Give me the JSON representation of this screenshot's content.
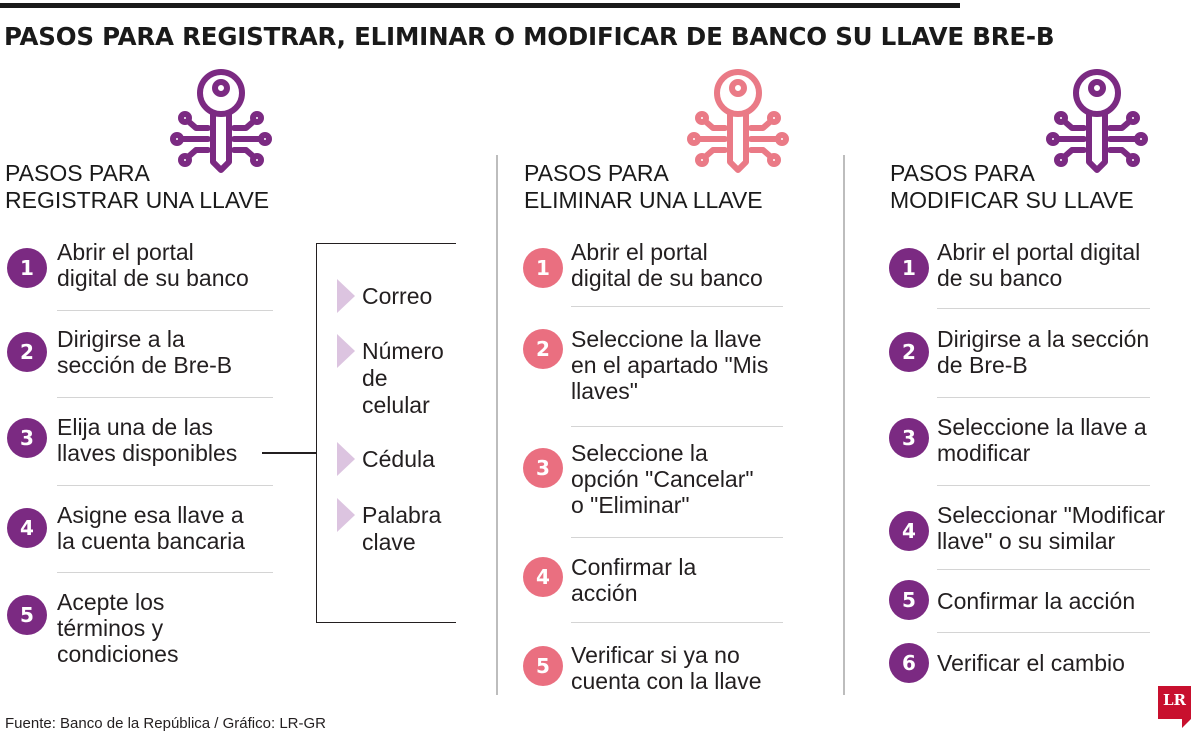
{
  "title": "PASOS PARA REGISTRAR, ELIMINAR O MODIFICAR DE BANCO SU LLAVE BRE-B",
  "icons": {
    "register": {
      "name": "key-circuit-icon",
      "color": "#7b2a82"
    },
    "delete": {
      "name": "key-circuit-icon",
      "color": "#ea7a86"
    },
    "modify": {
      "name": "key-circuit-icon",
      "color": "#7b2a82"
    }
  },
  "colors": {
    "purple": "#7b2a82",
    "pink": "#ea6f80",
    "triangle": "#dcc4e0",
    "logo_red": "#c8102e"
  },
  "register": {
    "heading_line1": "PASOS PARA",
    "heading_line2": "REGISTRAR UNA LLAVE",
    "steps": [
      {
        "num": "1",
        "line1": "Abrir el portal",
        "line2": "digital de su banco"
      },
      {
        "num": "2",
        "line1": "Dirigirse a la",
        "line2": "sección de Bre-B"
      },
      {
        "num": "3",
        "line1": "Elija una de las",
        "line2": "llaves disponibles"
      },
      {
        "num": "4",
        "line1": "Asigne esa llave a",
        "line2": "la cuenta bancaria"
      },
      {
        "num": "5",
        "line1": "Acepte los",
        "line2": "términos y",
        "line3": "condiciones"
      }
    ],
    "options": [
      {
        "line1": "Correo"
      },
      {
        "line1": "Número",
        "line2": "de",
        "line3": "celular"
      },
      {
        "line1": "Cédula"
      },
      {
        "line1": "Palabra",
        "line2": "clave"
      }
    ]
  },
  "delete": {
    "heading_line1": "PASOS PARA",
    "heading_line2": "ELIMINAR UNA LLAVE",
    "steps": [
      {
        "num": "1",
        "line1": "Abrir el portal",
        "line2": "digital de su banco"
      },
      {
        "num": "2",
        "line1": "Seleccione la llave",
        "line2": "en el apartado \"Mis",
        "line3": "llaves\""
      },
      {
        "num": "3",
        "line1": "Seleccione la",
        "line2": "opción \"Cancelar\"",
        "line3": "o \"Eliminar\""
      },
      {
        "num": "4",
        "line1": "Confirmar la",
        "line2": "acción"
      },
      {
        "num": "5",
        "line1": "Verificar si ya no",
        "line2": "cuenta con la llave"
      }
    ]
  },
  "modify": {
    "heading_line1": "PASOS PARA",
    "heading_line2": "MODIFICAR SU LLAVE",
    "steps": [
      {
        "num": "1",
        "line1": "Abrir el portal digital",
        "line2": "de su banco"
      },
      {
        "num": "2",
        "line1": "Dirigirse a la sección",
        "line2": "de Bre-B"
      },
      {
        "num": "3",
        "line1": "Seleccione la llave a",
        "line2": "modificar"
      },
      {
        "num": "4",
        "line1": "Seleccionar \"Modificar",
        "line2": "llave\" o su similar"
      },
      {
        "num": "5",
        "line1": "Confirmar la acción"
      },
      {
        "num": "6",
        "line1": "Verificar el cambio"
      }
    ]
  },
  "source": "Fuente: Banco de la República / Gráfico: LR-GR",
  "logo": {
    "text": "LR",
    "name": "lr-logo"
  }
}
